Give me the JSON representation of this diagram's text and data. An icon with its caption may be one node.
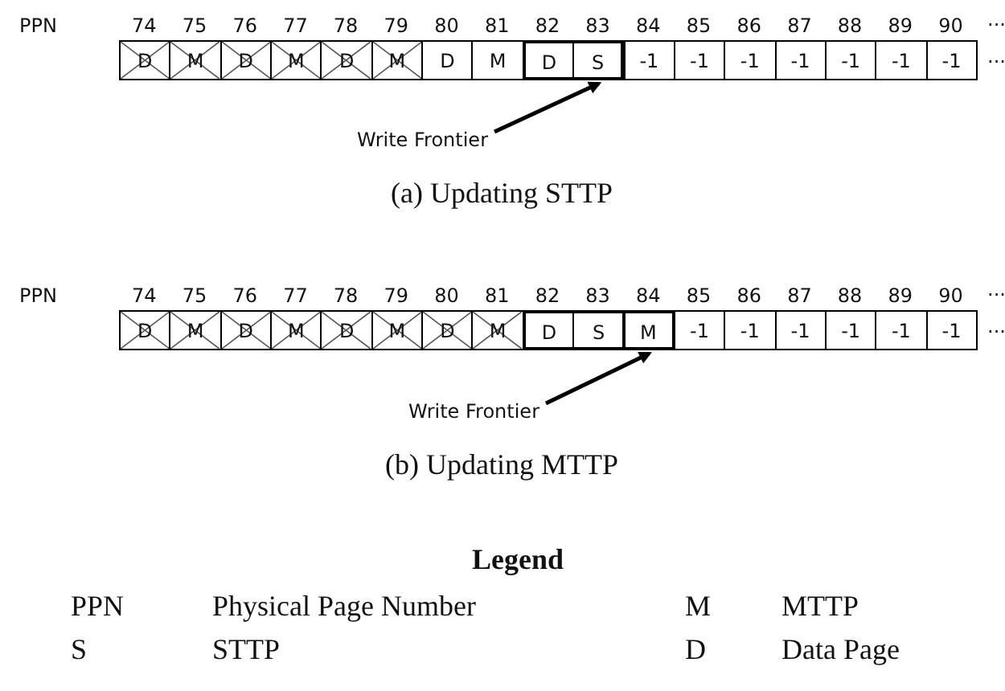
{
  "diagram": {
    "nodes": [
      {
        "text": [
          "D"
        ]
      },
      {
        "text": [
          "M"
        ]
      },
      {
        "text": [
          "D"
        ]
      },
      {
        "text": [
          "M"
        ]
      },
      {
        "text": [
          "D"
        ]
      },
      {
        "text": [
          "M"
        ]
      },
      {
        "text": [
          "D"
        ]
      },
      {
        "text": [
          "M"
        ]
      },
      {
        "text": [
          "D"
        ]
      },
      {
        "text": [
          "S"
        ]
      },
      {
        "text": [
          "-1"
        ]
      },
      {
        "text": [
          "-1"
        ]
      },
      {
        "text": [
          "-1"
        ]
      },
      {
        "text": [
          "-1"
        ]
      },
      {
        "text": [
          "-1"
        ]
      },
      {
        "text": [
          "-1"
        ]
      },
      {
        "text": [
          "-1"
        ]
      },
      {
        "text": [
          "Write Frontier"
        ]
      },
      {
        "text": [
          "D"
        ]
      },
      {
        "text": [
          "M"
        ]
      },
      {
        "text": [
          "D"
        ]
      },
      {
        "text": [
          "M"
        ]
      },
      {
        "text": [
          "D"
        ]
      },
      {
        "text": [
          "M"
        ]
      },
      {
        "text": [
          "D"
        ]
      },
      {
        "text": [
          "M"
        ]
      },
      {
        "text": [
          "D"
        ]
      },
      {
        "text": [
          "S"
        ]
      },
      {
        "text": [
          "M"
        ]
      },
      {
        "text": [
          "-1"
        ]
      },
      {
        "text": [
          "-1"
        ]
      },
      {
        "text": [
          "-1"
        ]
      },
      {
        "text": [
          "-1"
        ]
      },
      {
        "text": [
          "-1"
        ]
      },
      {
        "text": [
          "-1"
        ]
      },
      {
        "text": [
          "Write Frontier"
        ]
      }
    ],
    "edges": [
      {
        "from": 17,
        "to": 9,
        "arrow": "to"
      },
      {
        "from": 35,
        "to": 28,
        "arrow": "to"
      }
    ],
    "labels": [
      "PPN",
      "74",
      "75",
      "76",
      "77",
      "78",
      "79",
      "80",
      "81",
      "82",
      "83",
      "84",
      "85",
      "86",
      "87",
      "88",
      "89",
      "90",
      "...",
      "...",
      "(a) Updating STTP",
      "PPN",
      "74",
      "75",
      "76",
      "77",
      "78",
      "79",
      "80",
      "81",
      "82",
      "83",
      "84",
      "85",
      "86",
      "87",
      "88",
      "89",
      "90",
      "...",
      "...",
      "(b) Updating MTTP",
      "Legend",
      "PPN",
      "Physical Page Number",
      "M",
      "MTTP",
      "S",
      "STTP",
      "D",
      "Data Page"
    ]
  }
}
